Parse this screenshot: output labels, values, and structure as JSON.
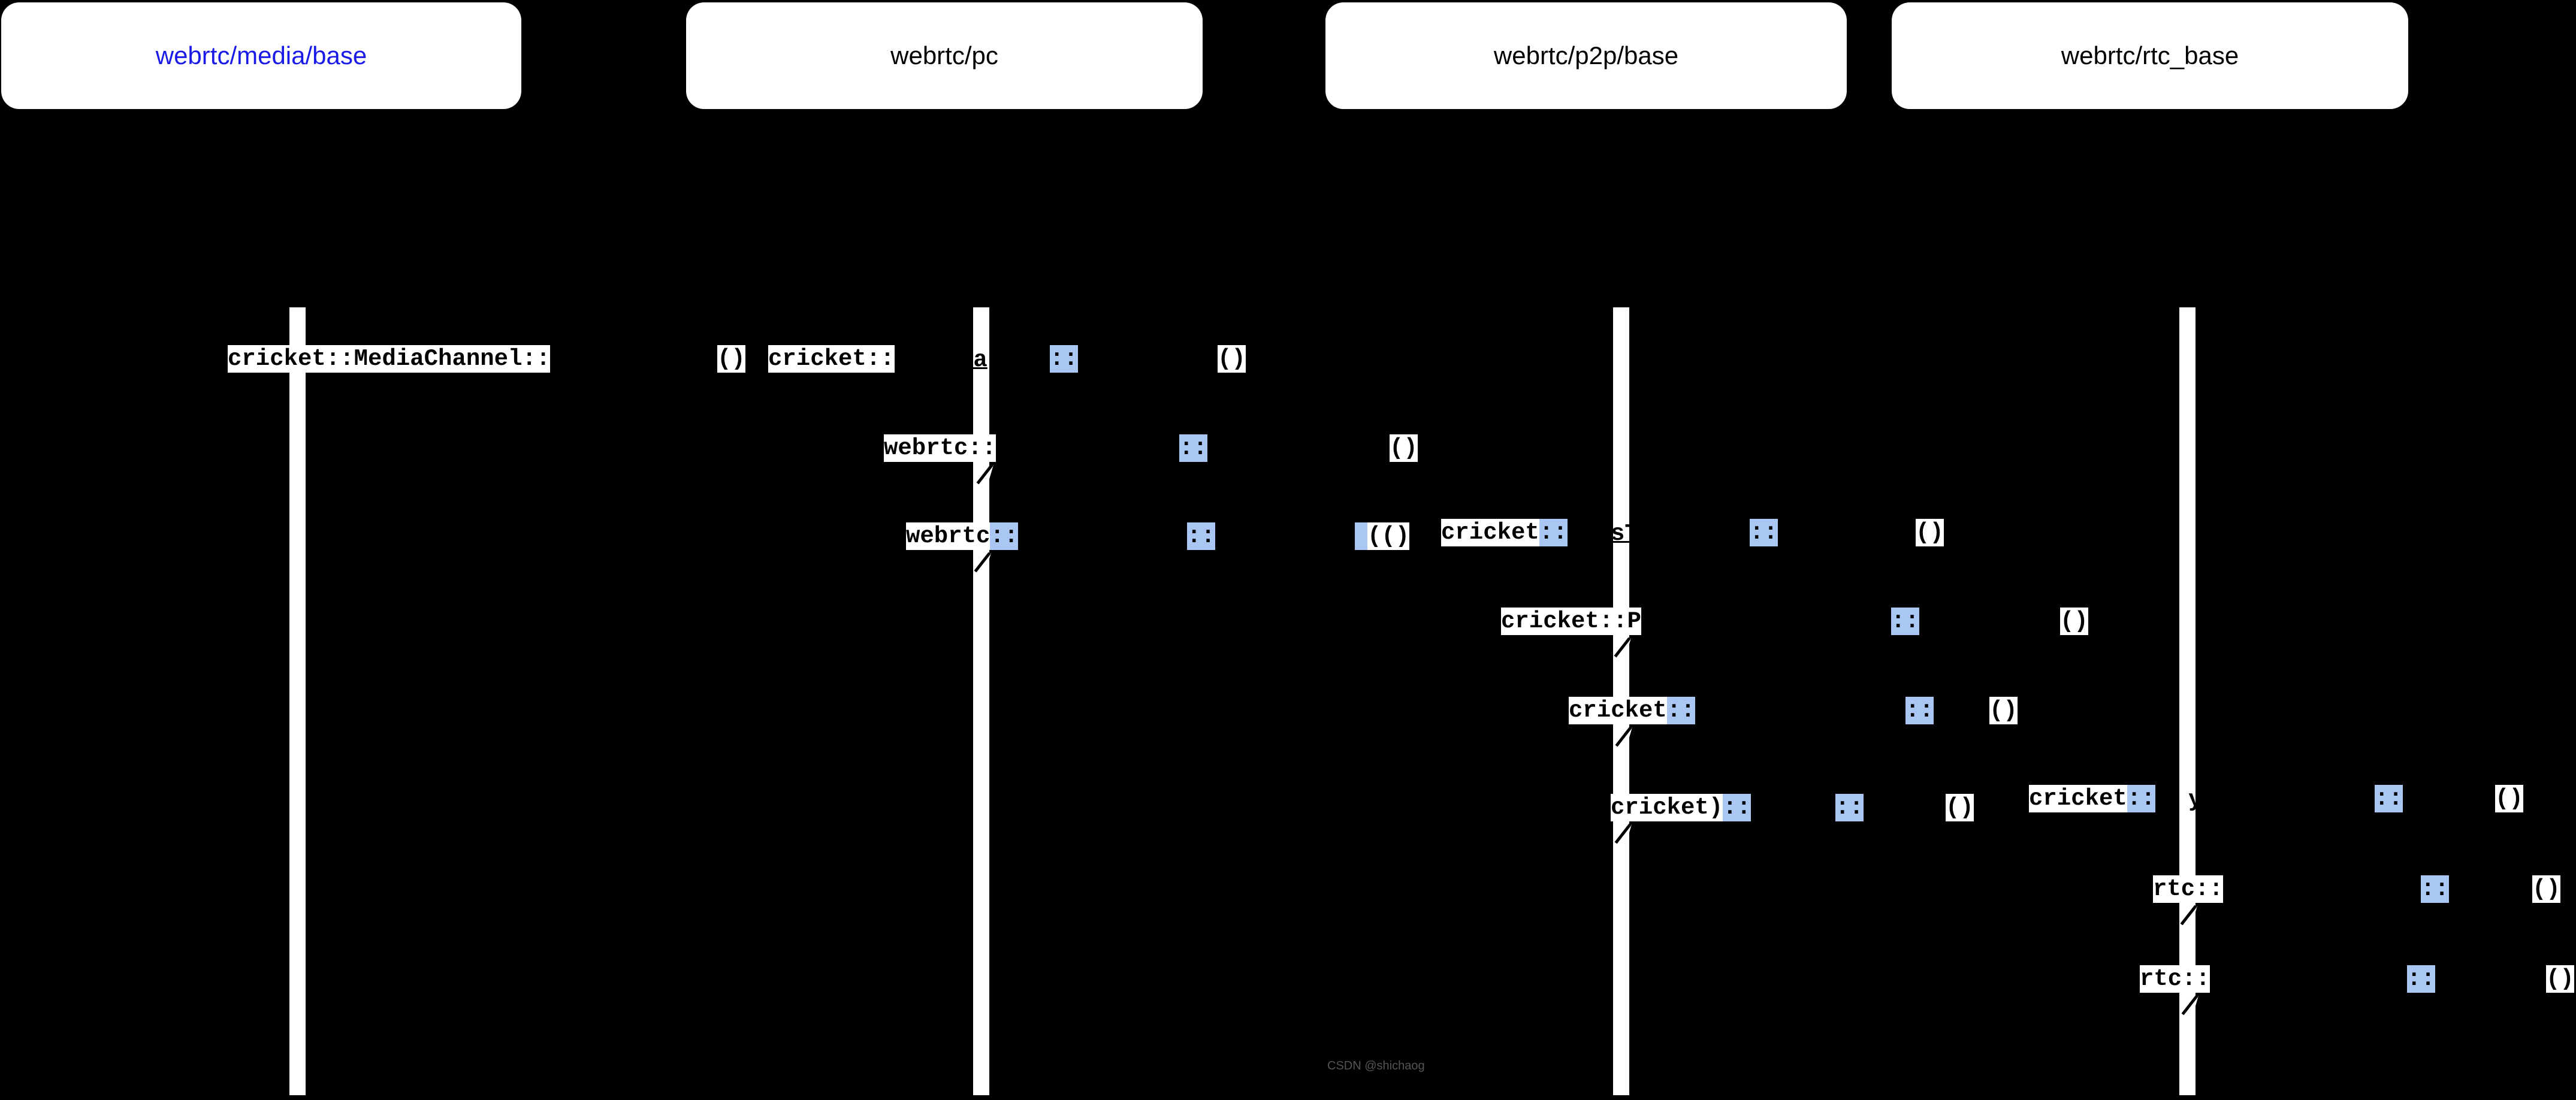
{
  "colors": {
    "highlight": "#a9c7f2",
    "link": "#1a1ae8",
    "box_fill": "#ffffff",
    "background": "#000000"
  },
  "actors": {
    "media_base": {
      "label": "webrtc/media/base"
    },
    "pc": {
      "label": "webrtc/pc"
    },
    "p2p_base": {
      "label": "webrtc/p2p/base"
    },
    "rtc_base": {
      "label": "webrtc/rtc_base"
    }
  },
  "messages": {
    "r1": {
      "label": "cricket::MediaChannel::",
      "parens": "()",
      "callee": "cricket::",
      "frag": "ha",
      "scope": "::",
      "parens2": "()"
    },
    "r2": {
      "label": "webrtc::",
      "scope": "::",
      "parens": "()"
    },
    "r3": {
      "label": "webrtc",
      "label_scope": "::",
      "scope": "::",
      "parens": "(()"
    },
    "r3b": {
      "label": "cricket",
      "label_scope": "::",
      "frag": "sT",
      "scope": "::",
      "parens": "()"
    },
    "r4": {
      "label": "cricket::P",
      "scope": "::",
      "parens": "()"
    },
    "r5": {
      "label": "cricket",
      "label_scope": "::",
      "scope": "::",
      "parens": "()"
    },
    "r6": {
      "label": "cricket)",
      "label_scope": "::",
      "scope": "::",
      "parens": "()"
    },
    "r6b": {
      "label": "cricket",
      "label_scope": "::",
      "frag": "y",
      "scope": "::",
      "parens": "()"
    },
    "r7": {
      "label": "rtc::",
      "scope": "::",
      "parens": "()"
    },
    "r8": {
      "label": "rtc::",
      "scope": "::",
      "parens": "()"
    }
  },
  "watermark": "CSDN @shichaog"
}
